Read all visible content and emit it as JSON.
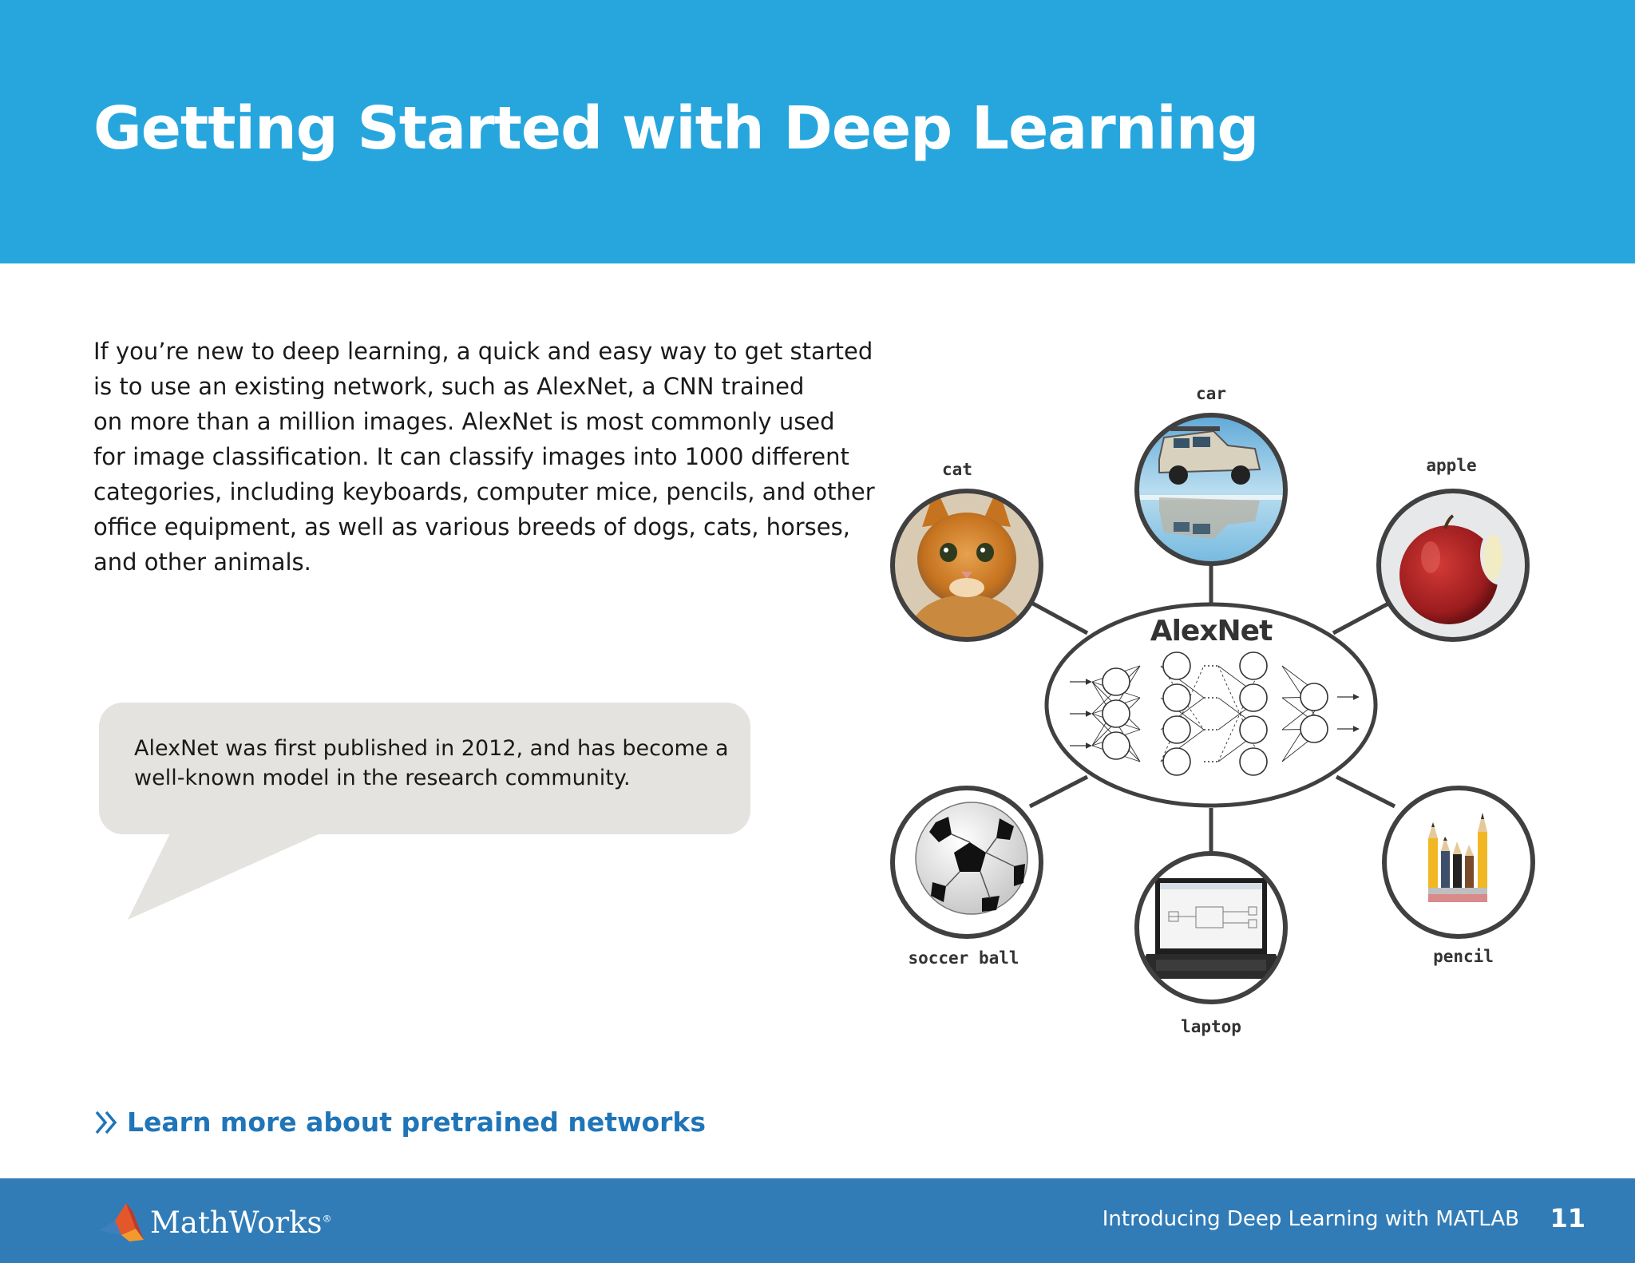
{
  "header": {
    "title": "Getting Started with Deep Learning",
    "bg_color": "#27a6de"
  },
  "intro": {
    "lines": [
      "If you’re new to deep learning, a quick and easy way to get started",
      "is to use an existing network, such as AlexNet, a CNN trained",
      "on more than a million images. AlexNet is most commonly used",
      "for image classification. It can classify images into 1000 different",
      "categories, including keyboards, computer mice, pencils, and other",
      "office equipment, as well as various breeds of dogs, cats, horses,",
      "and other animals."
    ]
  },
  "callout": {
    "lines": [
      "AlexNet was first published in 2012, and has become a",
      "well-known model in the research community."
    ],
    "bg_color": "#e4e3df"
  },
  "diagram": {
    "center_label": "AlexNet",
    "nodes": {
      "car": {
        "label": "car",
        "icon": "car-photo"
      },
      "cat": {
        "label": "cat",
        "icon": "cat-photo"
      },
      "apple": {
        "label": "apple",
        "icon": "apple-photo"
      },
      "soccer_ball": {
        "label": "soccer ball",
        "icon": "soccer-ball-photo"
      },
      "laptop": {
        "label": "laptop",
        "icon": "laptop-photo"
      },
      "pencil": {
        "label": "pencil",
        "icon": "pencil-photo"
      }
    }
  },
  "link": {
    "icon": "double-chevron-right-icon",
    "label": "Learn more about pretrained networks",
    "color": "#1f75b8"
  },
  "footer": {
    "logo_text": "MathWorks",
    "logo_registered": "®",
    "book_title": "Introducing Deep Learning with MATLAB",
    "page_number": "11",
    "bg_color": "#317cb7"
  }
}
